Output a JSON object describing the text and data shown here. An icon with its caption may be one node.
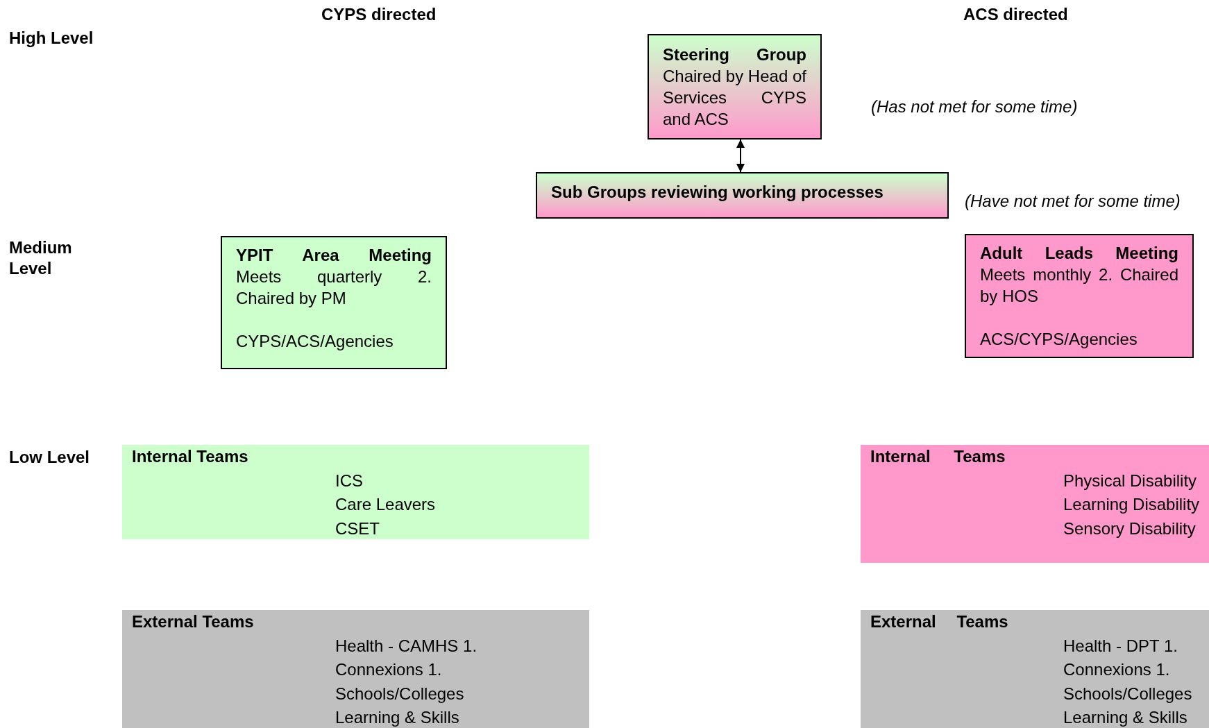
{
  "diagram": {
    "nodes": [
      {
        "text": [
          "Steering Group",
          "Chaired by Head of Services CYPS and ACS"
        ]
      },
      {
        "text": [
          "Sub Groups reviewing working processes"
        ]
      },
      {
        "text": [
          "YPIT Area Meeting",
          "Meets quarterly 2. Chaired by PM",
          "CYPS/ACS/Agencies"
        ]
      },
      {
        "text": [
          "Adult Leads Meeting",
          "Meets monthly 2. Chaired by HOS",
          "ACS/CYPS/Agencies"
        ]
      },
      {
        "text": [
          "Internal Teams",
          "ICS",
          "Care Leavers",
          "CSET"
        ]
      },
      {
        "text": [
          "Internal Teams",
          "Physical Disability",
          "Learning Disability",
          "Sensory Disability"
        ]
      },
      {
        "text": [
          "External Teams",
          "Health - CAMHS 1.",
          "Connexions 1.",
          "Schools/Colleges",
          "Learning & Skills"
        ]
      },
      {
        "text": [
          "External Teams",
          "Health - DPT 1.",
          "Connexions 1.",
          "Schools/Colleges",
          "Learning & Skills"
        ]
      }
    ],
    "edges": [
      {
        "from": 0,
        "to": 1,
        "arrow": "both"
      }
    ],
    "labels": [
      "CYPS directed",
      "ACS directed",
      "High Level",
      "(Has not met for some time)",
      "(Have not met for some time)",
      "Medium Level",
      "Low Level"
    ]
  }
}
